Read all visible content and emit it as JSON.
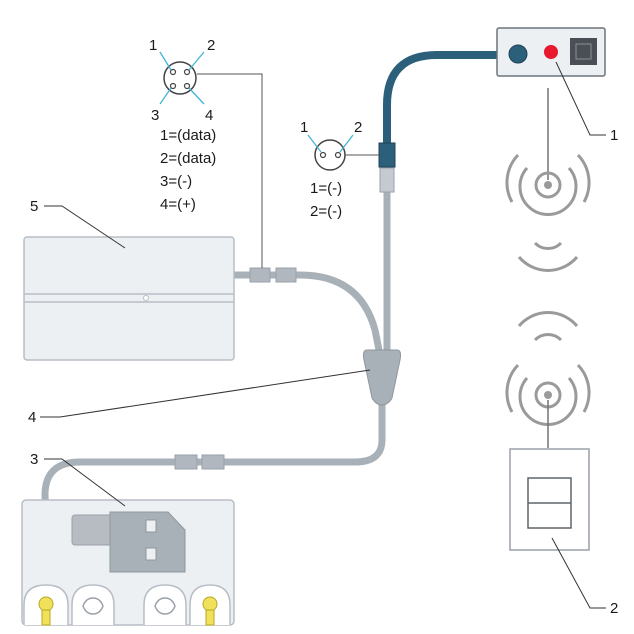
{
  "callouts": {
    "c1": "1",
    "c2": "2",
    "c3": "3",
    "c4": "4",
    "c5": "5"
  },
  "connector_4pin": {
    "pins": [
      "1",
      "2",
      "3",
      "4"
    ],
    "legend": [
      "1=(data)",
      "2=(data)",
      "3=(-)",
      "4=(+)"
    ]
  },
  "connector_2pin": {
    "pins": [
      "1",
      "2"
    ],
    "legend": [
      "1=(-)",
      "2=(-)"
    ]
  },
  "colors": {
    "cable_gray": "#a9b1b8",
    "cable_blue": "#2c5f7a",
    "box_fill": "#edf0f3",
    "box_stroke": "#b8bec5",
    "signal_gray": "#9a9a9a",
    "led_red": "#e8192c",
    "pin_cyan": "#3fb6d6",
    "lug_yellow": "#f1e15a"
  }
}
